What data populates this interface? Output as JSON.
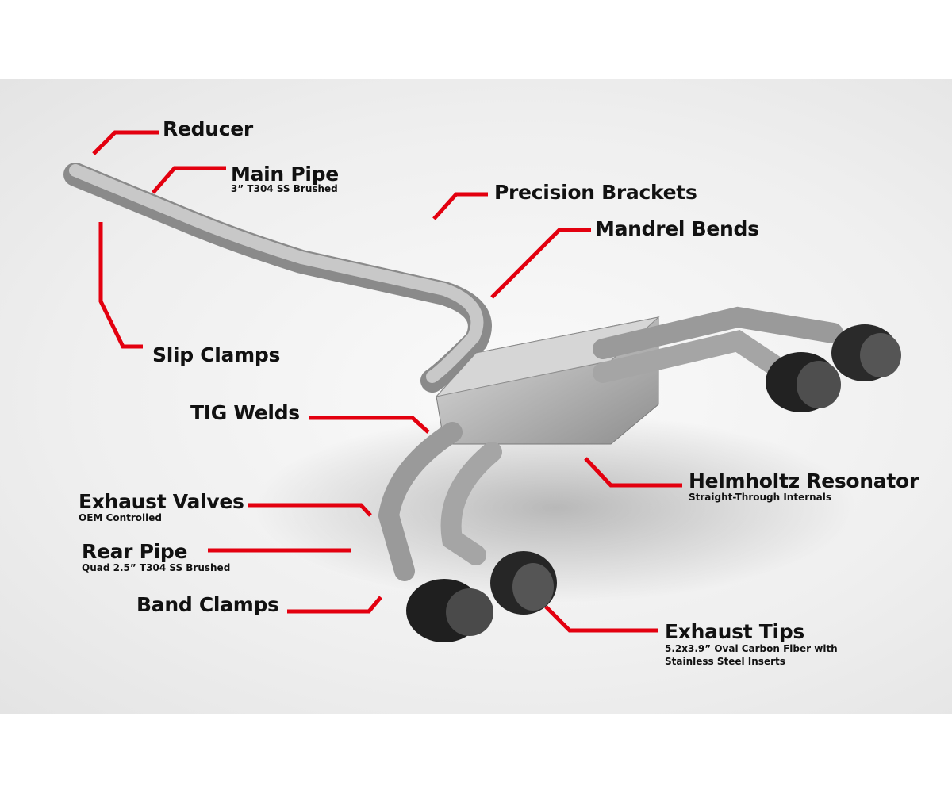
{
  "colors": {
    "leader": "#e3000f",
    "text": "#111111"
  },
  "labels": {
    "reducer": {
      "title": "Reducer"
    },
    "main_pipe": {
      "title": "Main Pipe",
      "sub": "3” T304 SS Brushed"
    },
    "precision_brackets": {
      "title": "Precision Brackets"
    },
    "mandrel_bends": {
      "title": "Mandrel Bends"
    },
    "slip_clamps": {
      "title": "Slip Clamps"
    },
    "tig_welds": {
      "title": "TIG Welds"
    },
    "helmholtz": {
      "title": "Helmholtz Resonator",
      "sub": "Straight-Through Internals"
    },
    "exhaust_valves": {
      "title": "Exhaust Valves",
      "sub": "OEM Controlled"
    },
    "rear_pipe": {
      "title": "Rear Pipe",
      "sub": "Quad 2.5” T304 SS Brushed"
    },
    "band_clamps": {
      "title": "Band Clamps"
    },
    "exhaust_tips": {
      "title": "Exhaust Tips",
      "sub1": "5.2x3.9” Oval Carbon Fiber with",
      "sub2": "Stainless Steel Inserts"
    }
  }
}
